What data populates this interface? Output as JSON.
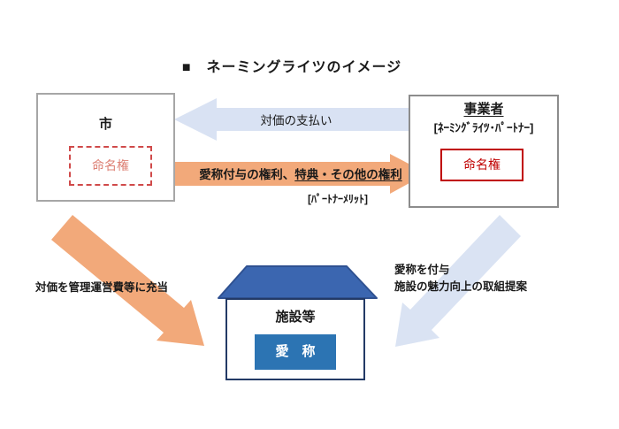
{
  "title": "■　ネーミングライツのイメージ",
  "colors": {
    "arrow_blue": "#d9e2f3",
    "arrow_orange": "#f2a97a",
    "roof_blue": "#3b66b0",
    "nickname_blue": "#2c74b3",
    "naming_right_red": "#c00000",
    "naming_right_salmon": "#dd8074",
    "box_border_gray": "#a6a6a6",
    "house_border_navy": "#233a66"
  },
  "city_box": {
    "title": "市",
    "inner_label": "命名権"
  },
  "operator_box": {
    "title": "事業者",
    "subtitle": "[ﾈｰﾐﾝｸﾞﾗｲﾂ･ﾊﾟｰﾄﾅｰ]",
    "inner_label": "命名権"
  },
  "payment_arrow": {
    "label": "対価の支払い"
  },
  "rights_arrow": {
    "label_head": "愛称付与の権利、",
    "label_underlined": "特典・その他の権利",
    "note": "[ﾊﾟｰﾄﾅｰﾒﾘｯﾄ]"
  },
  "city_to_facility_arrow": {
    "label": "対価を管理運営費等に充当"
  },
  "operator_to_facility_arrow": {
    "label_line1": "愛称を付与",
    "label_line2": "施設の魅力向上の取組提案"
  },
  "facility": {
    "title": "施設等",
    "nickname": "愛　称"
  }
}
